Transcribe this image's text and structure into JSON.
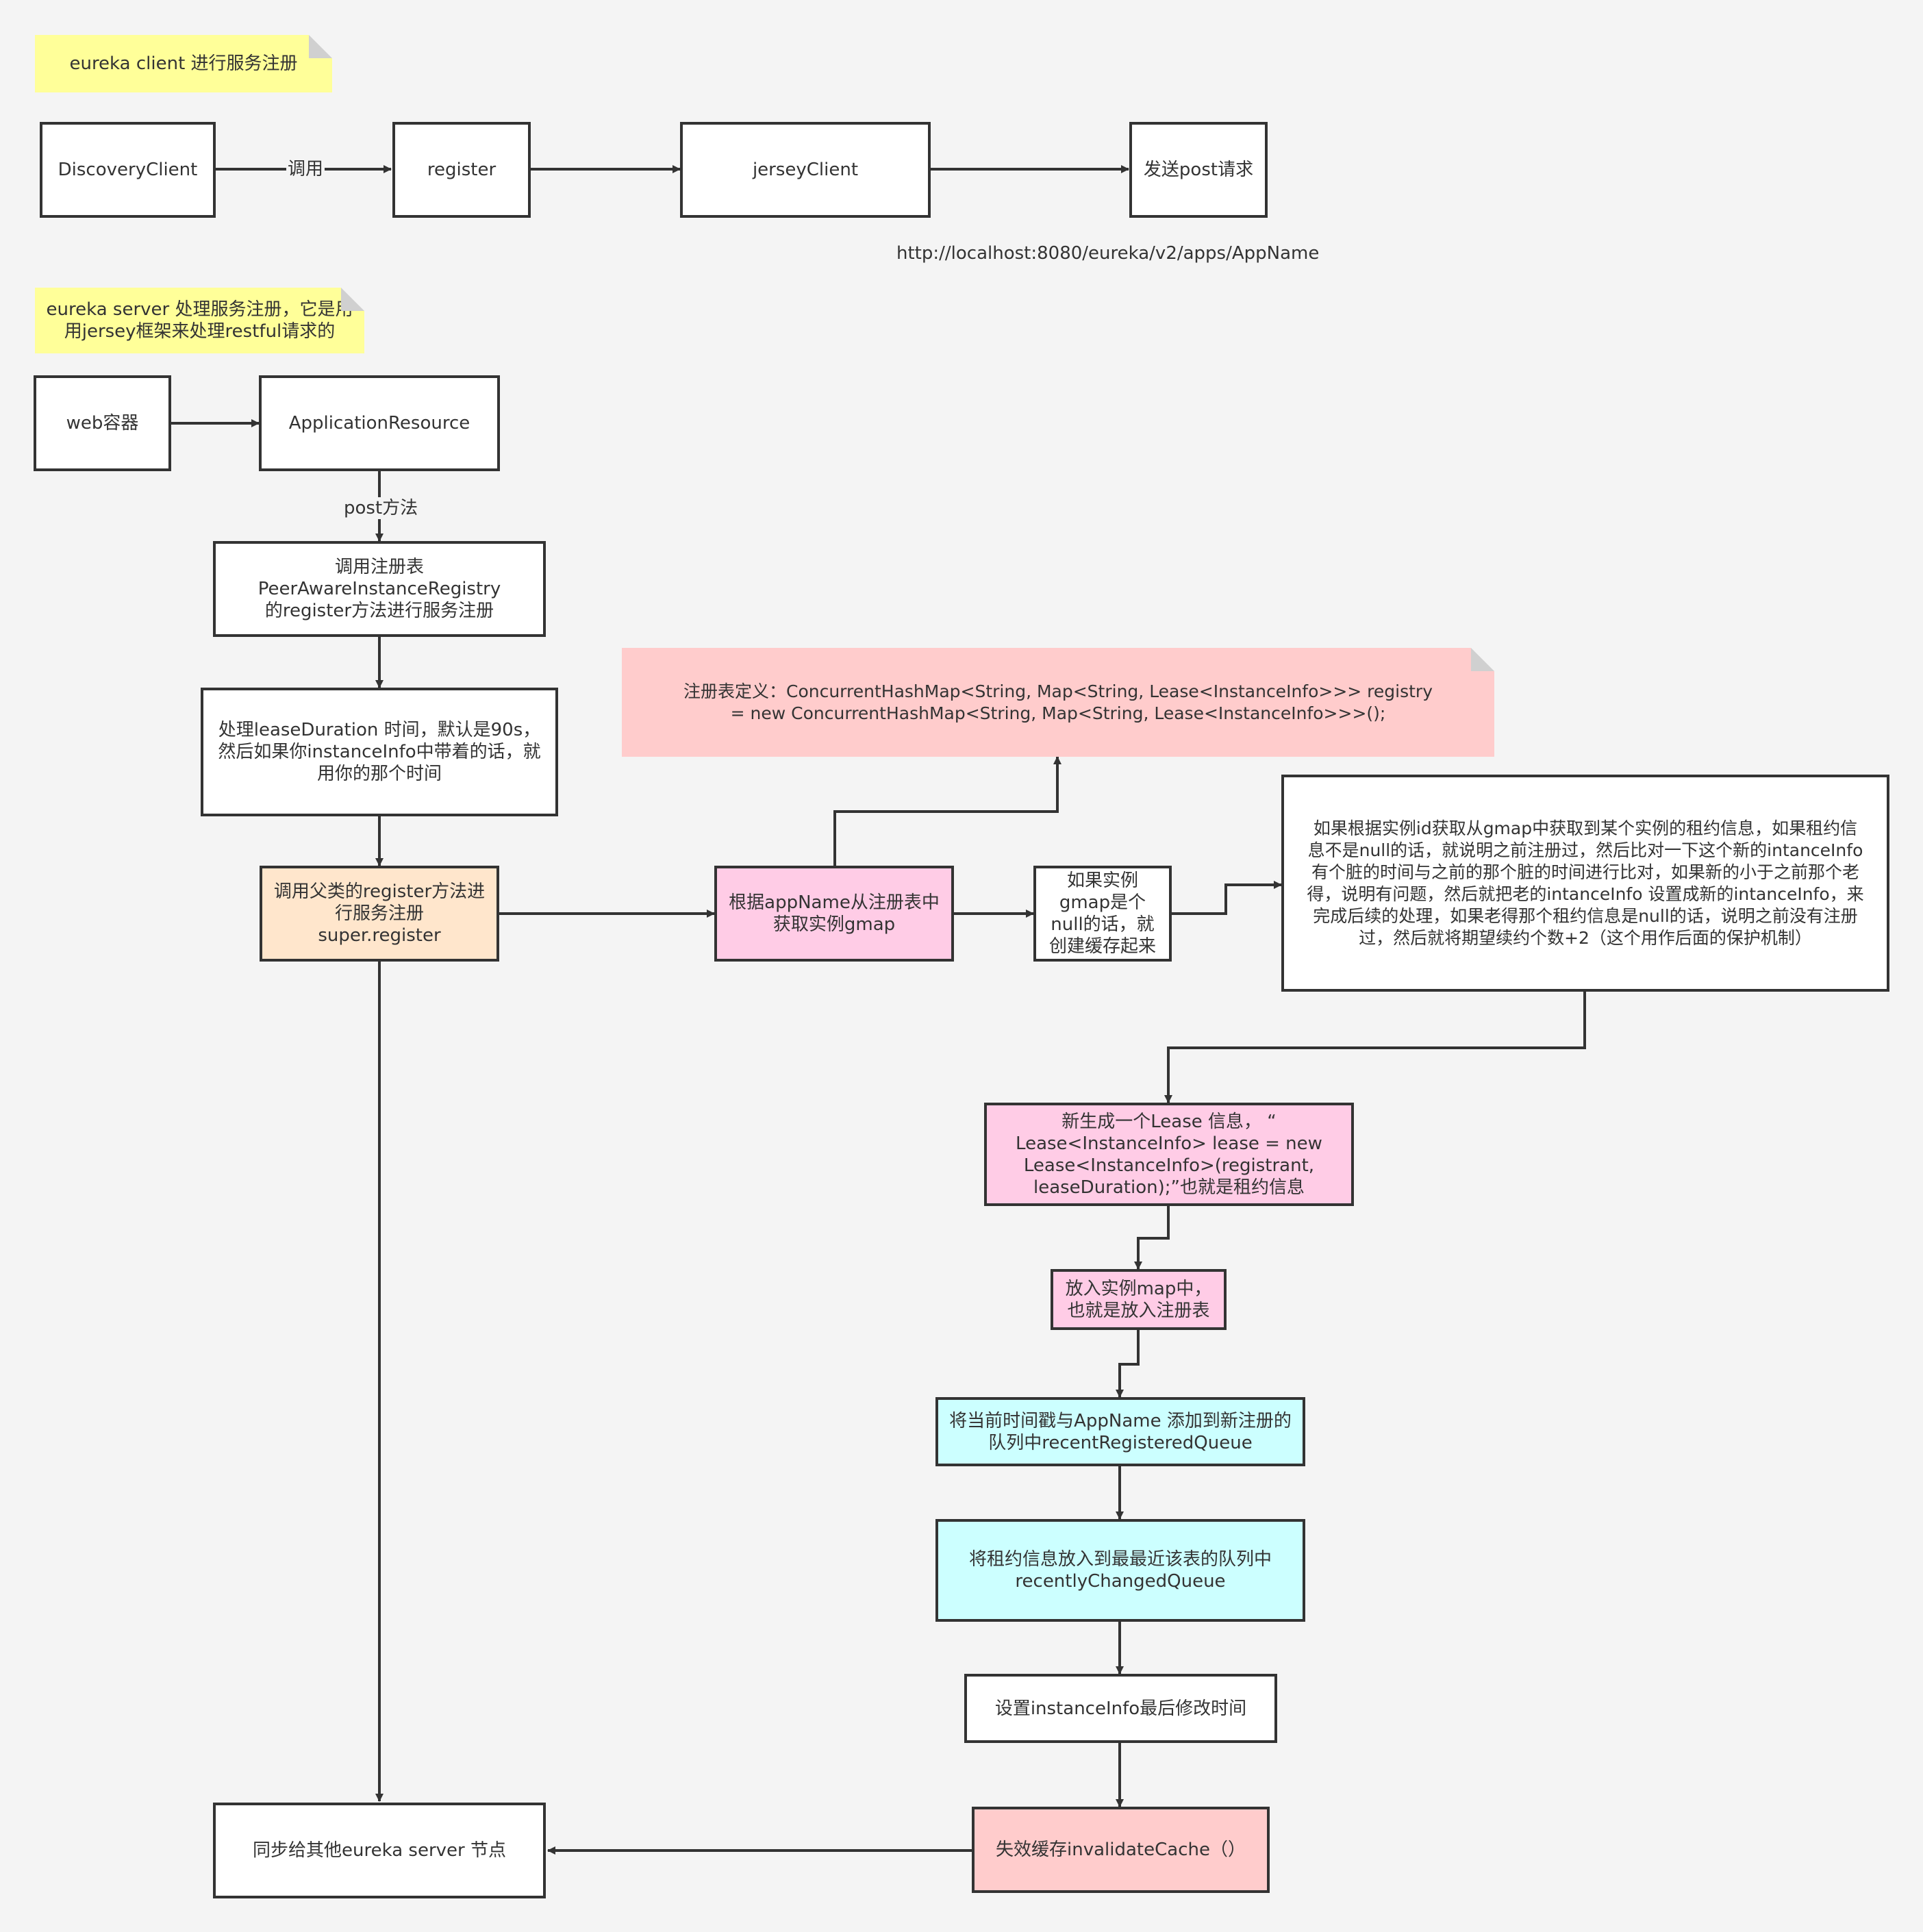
{
  "notes": {
    "client_title": "eureka client 进行服务注册",
    "server_title": "eureka server 处理服务注册，它是用\n用jersey框架来处理restful请求的",
    "registry_definition": "注册表定义：ConcurrentHashMap<String, Map<String, Lease<InstanceInfo>>> registry\n            = new ConcurrentHashMap<String, Map<String, Lease<InstanceInfo>>>();"
  },
  "client_flow": {
    "discovery_client": "DiscoveryClient",
    "call_label": "调用",
    "register": "register",
    "jersey_client": "jerseyClient",
    "send_post": "发送post请求",
    "url": "http://localhost:8080/eureka/v2/apps/AppName"
  },
  "server_flow": {
    "web_container": "web容器",
    "application_resource": "ApplicationResource",
    "post_label": "post方法",
    "call_registry": "调用注册表\nPeerAwareInstanceRegistry\n的register方法进行服务注册",
    "lease_duration": "处理leaseDuration 时间，默认是90s，\n然后如果你instanceInfo中带着的话，就\n用你的那个时间",
    "super_register": "调用父类的register方法进\n行服务注册\nsuper.register",
    "get_gmap": "根据appName从注册表中\n获取实例gmap",
    "gmap_null": "如果实例\ngmap是个\nnull的话，就\n创建缓存起来",
    "lease_compare": "如果根据实例id获取从gmap中获取到某个实例的租约信息，如果租约信\n息不是null的话，就说明之前注册过，然后比对一下这个新的intanceInfo\n有个脏的时间与之前的那个脏的时间进行比对，如果新的小于之前那个老\n得，说明有问题，然后就把老的intanceInfo 设置成新的intanceInfo，来\n完成后续的处理，如果老得那个租约信息是null的话，说明之前没有注册\n过，然后就将期望续约个数+2（这个用作后面的保护机制）",
    "new_lease": "新生成一个Lease 信息，  “\nLease<InstanceInfo> lease = new\nLease<InstanceInfo>(registrant,\nleaseDuration);”也就是租约信息",
    "put_map": "放入实例map中，\n也就是放入注册表",
    "recent_registered": "将当前时间戳与AppName 添加到新注册的\n队列中recentRegisteredQueue",
    "recently_changed": "将租约信息放入到最最近该表的队列中\nrecentlyChangedQueue",
    "set_modified": "设置instanceInfo最后修改时间",
    "invalidate_cache": "失效缓存invalidateCache（）",
    "sync_nodes": "同步给其他eureka server 节点"
  },
  "colors": {
    "note_yellow": "#ffff99",
    "note_pink": "#ffcccc",
    "orange": "#ffe6cc",
    "pink": "#ffcce6",
    "cyan": "#ccffff",
    "red": "#ffcccc",
    "stroke": "#333333",
    "background": "#f4f4f4"
  }
}
